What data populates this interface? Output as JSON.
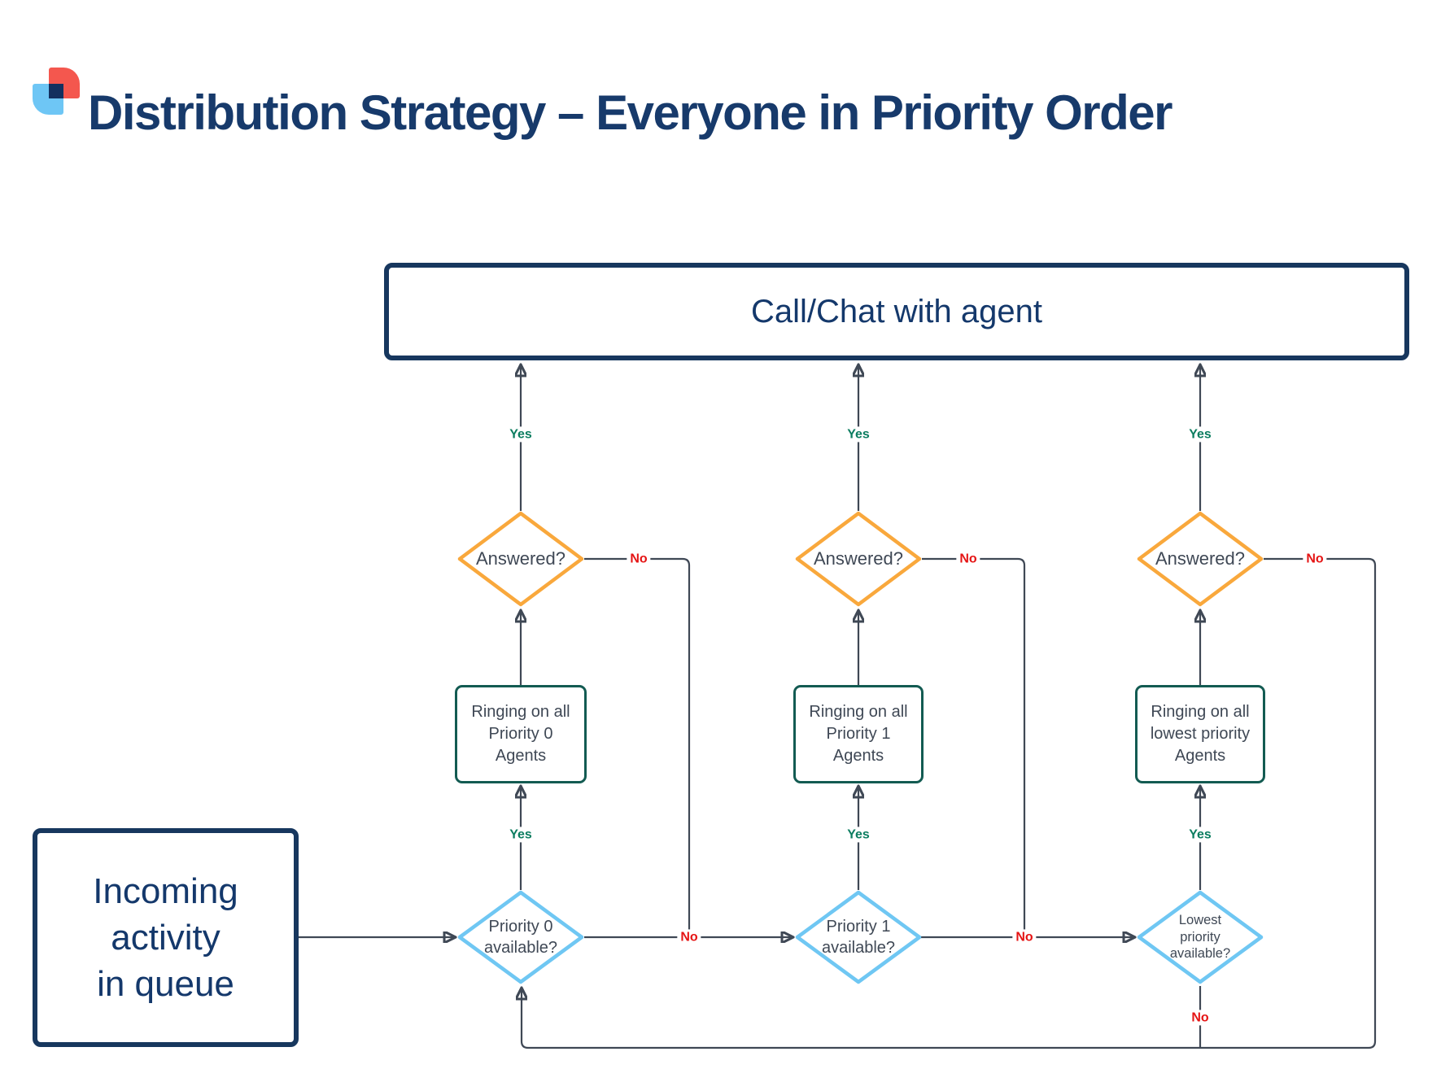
{
  "title": "Distribution Strategy – Everyone in Priority Order",
  "edge_labels": {
    "yes": "Yes",
    "no": "No"
  },
  "flow": {
    "start": {
      "label": "Incoming\nactivity\nin queue"
    },
    "end": {
      "label": "Call/Chat with agent"
    },
    "columns": [
      {
        "available": "Priority 0\navailable?",
        "ringing": "Ringing on all\nPriority 0\nAgents",
        "answered": "Answered?"
      },
      {
        "available": "Priority 1\navailable?",
        "ringing": "Ringing on all\nPriority 1\nAgents",
        "answered": "Answered?"
      },
      {
        "available": "Lowest\npriority\navailable?",
        "ringing": "Ringing on all\nlowest priority\nAgents",
        "answered": "Answered?"
      }
    ]
  },
  "colors": {
    "navy": "#17375E",
    "title_navy": "#173A6B",
    "line_slate": "#3F4855",
    "diamond_orange": "#F9A83C",
    "diamond_light_blue": "#6FC7F3",
    "ring_teal": "#135B52",
    "yes_green": "#0C7D60",
    "no_red": "#E51414",
    "logo_red": "#F4574E",
    "logo_blue": "#6EC6F5",
    "logo_navy": "#13305F"
  }
}
